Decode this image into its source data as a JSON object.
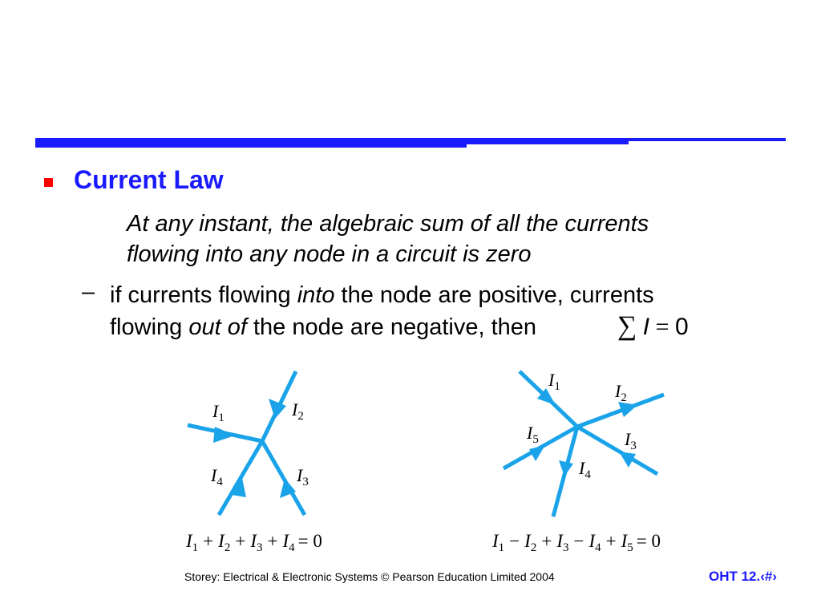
{
  "slide": {
    "heading": "Current Law",
    "law_line1": "At any instant, the algebraic sum of all the currents",
    "law_line2": "flowing into any node in a circuit is zero",
    "dash": "–",
    "sub_line1_pre": "if currents flowing ",
    "sub_line1_em": "into",
    "sub_line1_post": " the node are positive, currents",
    "sub_line2_pre": "flowing ",
    "sub_line2_em": "out of",
    "sub_line2_post": " the node are negative, then",
    "formula_sum": "∑",
    "formula_var": "I",
    "formula_eq": "=",
    "formula_zero": "0"
  },
  "diagram_left": {
    "labels": {
      "i1": "1",
      "i2": "2",
      "i3": "3",
      "i4": "4"
    },
    "letter": "I",
    "equation": {
      "t1": "1",
      "op1": "+",
      "t2": "2",
      "op2": "+",
      "t3": "3",
      "op3": "+",
      "t4": "4",
      "eq": "= 0"
    }
  },
  "diagram_right": {
    "labels": {
      "i1": "1",
      "i2": "2",
      "i3": "3",
      "i4": "4",
      "i5": "5"
    },
    "letter": "I",
    "equation": {
      "t1": "1",
      "op1": "−",
      "t2": "2",
      "op2": "+",
      "t3": "3",
      "op3": "−",
      "t4": "4",
      "op4": "+",
      "t5": "5",
      "eq": "= 0"
    }
  },
  "footer": {
    "text": "Storey: Electrical & Electronic Systems © Pearson Education Limited 2004",
    "page": "OHT 12.‹#›"
  },
  "colors": {
    "accent_blue": "#1a1aff",
    "bullet_red": "#ff0000",
    "wire_cyan": "#1aa3e8"
  }
}
